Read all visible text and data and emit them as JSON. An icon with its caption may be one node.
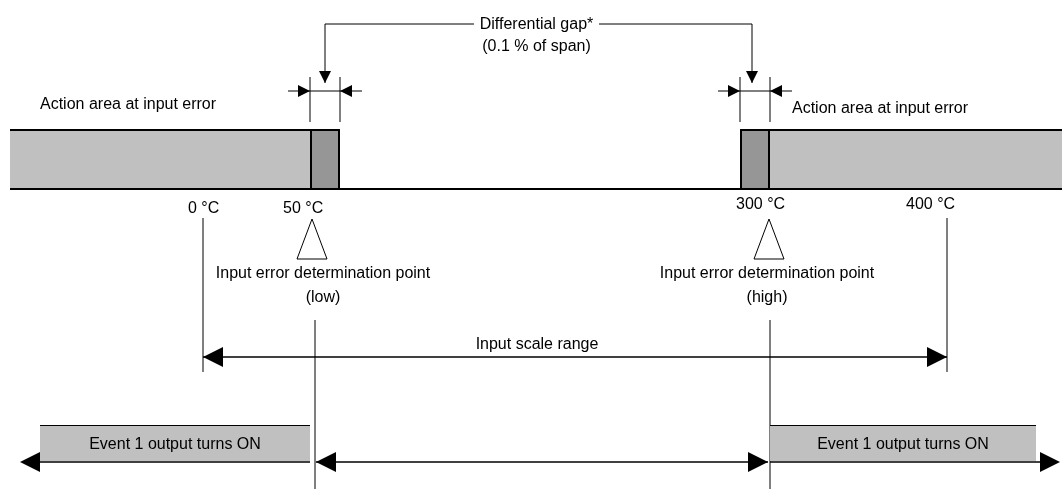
{
  "diagram": {
    "nodes": [
      {
        "text": [
          "Differential gap* (0.1 % of span)"
        ]
      },
      {
        "text": [],
        "shape": "bar"
      },
      {
        "text": [],
        "shape": "bar"
      },
      {
        "text": [],
        "shape": "bar"
      },
      {
        "text": [],
        "shape": "bar"
      },
      {
        "text": [
          "Event 1 output turns ON"
        ]
      },
      {
        "text": [
          "Event 1 output turns ON"
        ]
      }
    ],
    "edges": [
      {
        "from": 0,
        "to": 2,
        "arrow": "to"
      },
      {
        "from": 0,
        "to": 3,
        "arrow": "to"
      }
    ],
    "labels": [
      "Action area at input error",
      "Action area at input error",
      "0 °C",
      "50 °C",
      "300 °C",
      "400 °C",
      "Input error determination point (low)",
      "Input error determination point (high)",
      "Input scale range"
    ]
  }
}
